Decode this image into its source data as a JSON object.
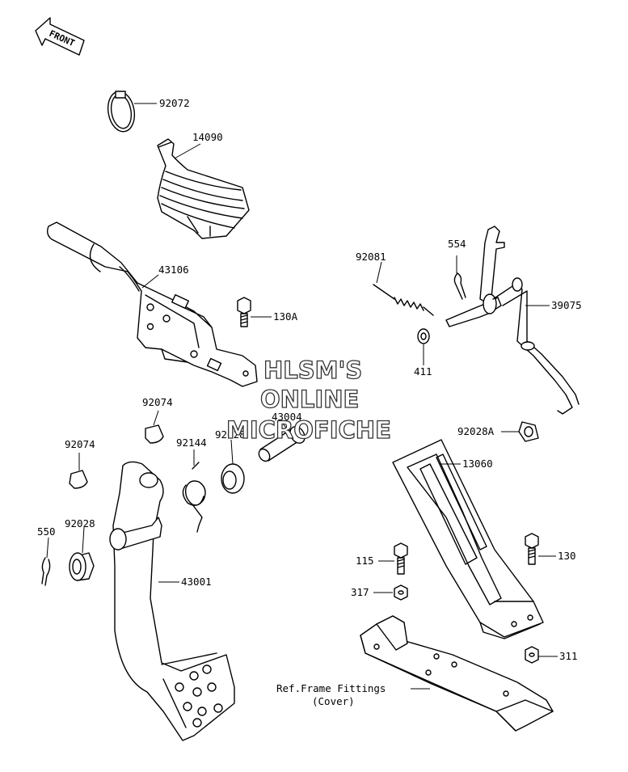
{
  "direction_marker": "FRONT",
  "watermark": [
    "HLSM'S",
    "ONLINE",
    "MICROFICHE"
  ],
  "callouts": [
    {
      "id": "92072",
      "text": "92072"
    },
    {
      "id": "14090",
      "text": "14090"
    },
    {
      "id": "43106",
      "text": "43106"
    },
    {
      "id": "130A",
      "text": "130A"
    },
    {
      "id": "92081",
      "text": "92081"
    },
    {
      "id": "554",
      "text": "554"
    },
    {
      "id": "39075",
      "text": "39075"
    },
    {
      "id": "411",
      "text": "411"
    },
    {
      "id": "92074a",
      "text": "92074"
    },
    {
      "id": "43004",
      "text": "43004"
    },
    {
      "id": "92028a",
      "text": "92028"
    },
    {
      "id": "92074b",
      "text": "92074"
    },
    {
      "id": "92144",
      "text": "92144"
    },
    {
      "id": "92028A",
      "text": "92028A"
    },
    {
      "id": "13060",
      "text": "13060"
    },
    {
      "id": "550",
      "text": "550"
    },
    {
      "id": "92028b",
      "text": "92028"
    },
    {
      "id": "115",
      "text": "115"
    },
    {
      "id": "130",
      "text": "130"
    },
    {
      "id": "317",
      "text": "317"
    },
    {
      "id": "43001",
      "text": "43001"
    },
    {
      "id": "311",
      "text": "311"
    },
    {
      "id": "ref_frame",
      "text": "Ref.Frame Fittings"
    },
    {
      "id": "ref_cover",
      "text": "(Cover)"
    }
  ]
}
